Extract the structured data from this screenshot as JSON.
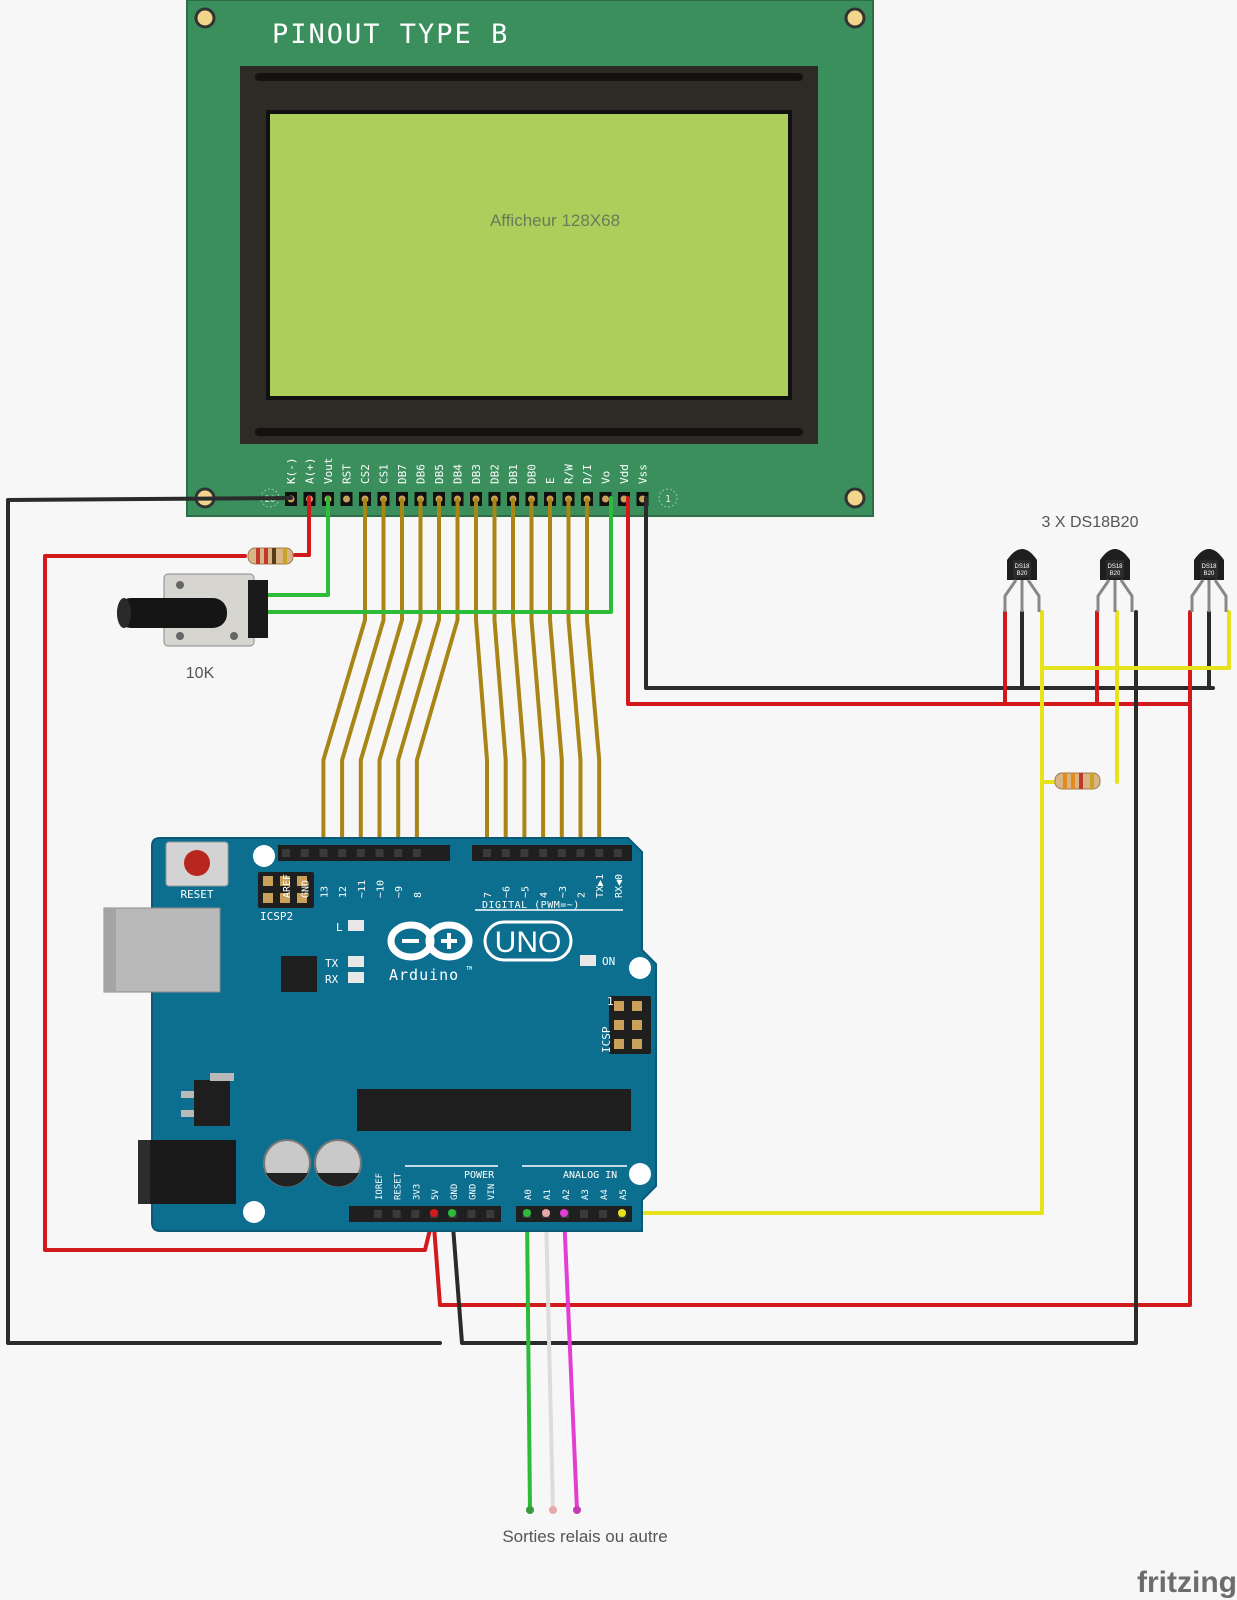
{
  "lcd": {
    "title": "PINOUT TYPE B",
    "screen_label": "Afficheur 128X68",
    "pins": [
      "K(-)",
      "A(+)",
      "Vout",
      "RST",
      "CS2",
      "CS1",
      "DB7",
      "DB6",
      "DB5",
      "DB4",
      "DB3",
      "DB2",
      "DB1",
      "DB0",
      "E",
      "R/W",
      "D/I",
      "Vo",
      "Vdd",
      "Vss"
    ],
    "pin_numbers": {
      "first": "20",
      "last": "1"
    }
  },
  "potentiometer": {
    "label": "10K"
  },
  "sensors": {
    "label": "3 X DS18B20",
    "chip_text": [
      "DS18",
      "B20"
    ]
  },
  "arduino": {
    "reset_label": "RESET",
    "icsp2_label": "ICSP2",
    "digital_pins": [
      "AREF",
      "GND",
      "13",
      "12",
      "~11",
      "~10",
      "~9",
      "8",
      "7",
      "~6",
      "~5",
      "4",
      "~3",
      "2",
      "TX▶1",
      "RX◀0"
    ],
    "digital_label": "DIGITAL (PWM=~)",
    "led_labels": {
      "l": "L",
      "tx": "TX",
      "rx": "RX",
      "on": "ON"
    },
    "logo_text": "Arduino",
    "logo_tm": "TM",
    "model": "UNO",
    "icsp_label": "ICSP",
    "icsp_pin": "1",
    "power_label": "POWER",
    "power_pins": [
      "IOREF",
      "RESET",
      "3V3",
      "5V",
      "GND",
      "GND",
      "VIN"
    ],
    "analog_label": "ANALOG IN",
    "analog_pins": [
      "A0",
      "A1",
      "A2",
      "A3",
      "A4",
      "A5"
    ]
  },
  "outputs": {
    "label": "Sorties relais ou autre"
  },
  "brand": "fritzing",
  "colors": {
    "lcd_board": "#3a8f5c",
    "lcd_screen": "#aece5c",
    "arduino": "#0d6f90",
    "wire_red": "#d2191c",
    "wire_black": "#2b2b2b",
    "wire_green": "#2dbb3a",
    "wire_yellow": "#e6e21c",
    "wire_bus": "#a88514",
    "wire_pink": "#e23fd2",
    "wire_white": "#dcdcdc"
  }
}
